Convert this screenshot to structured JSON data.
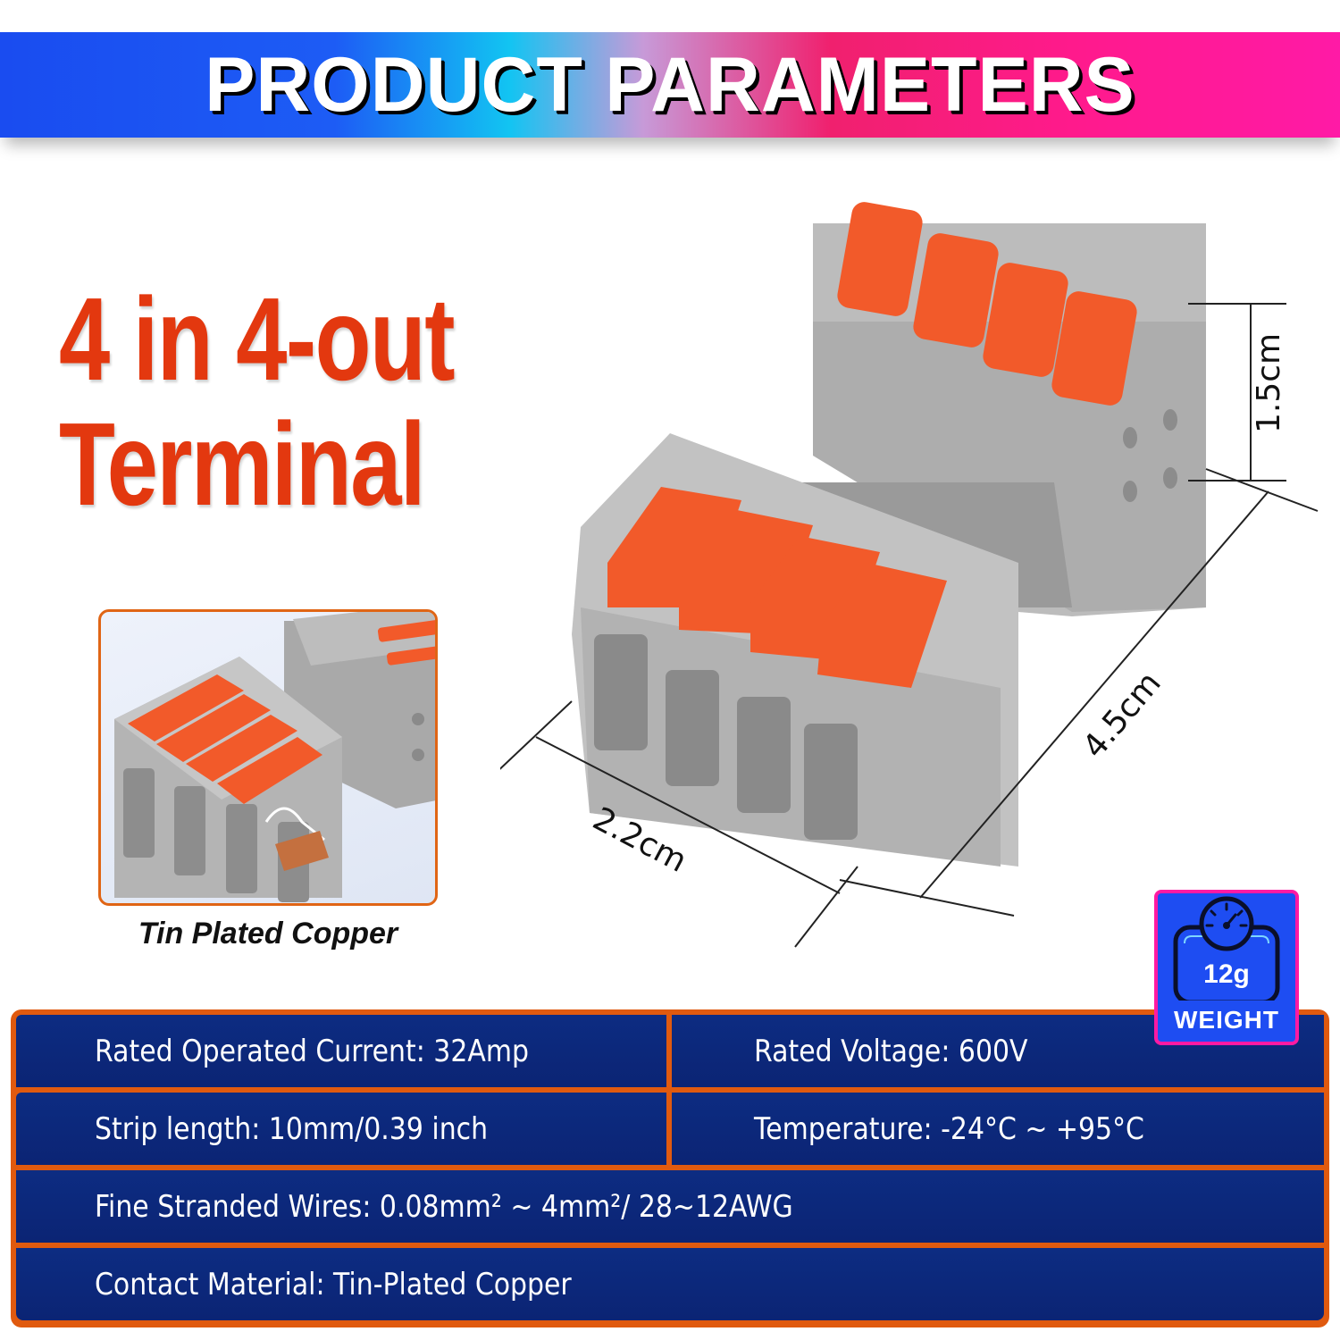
{
  "banner": {
    "title": "PRODUCT PARAMETERS",
    "gradient_colors": [
      "#1a4cf0",
      "#12c4f2",
      "#f0206e",
      "#ff1aa6"
    ]
  },
  "headline": {
    "line1": "4 in 4-out",
    "line2": "Terminal",
    "color": "#e3380f"
  },
  "inset": {
    "caption": "Tin Plated Copper",
    "border_color": "#e06515"
  },
  "product": {
    "dimensions": {
      "height": "1.5cm",
      "length": "4.5cm",
      "width": "2.2cm"
    },
    "lever_color": "#f25a2a",
    "body_color": "#b9b9b9"
  },
  "weight_badge": {
    "icon": "scale-icon",
    "value": "12g",
    "label": "WEIGHT"
  },
  "specs": {
    "rows": [
      [
        "Rated Operated Current: 32Amp",
        "Rated Voltage: 600V"
      ],
      [
        "Strip length: 10mm/0.39 inch",
        "Temperature: -24°C ~ +95°C"
      ],
      [
        "Fine Stranded Wires: 0.08mm² ~ 4mm²/ 28~12AWG"
      ],
      [
        "Contact Material: Tin-Plated Copper"
      ]
    ],
    "border_color": "#e05a0f",
    "cell_color": "#0d2c82"
  }
}
